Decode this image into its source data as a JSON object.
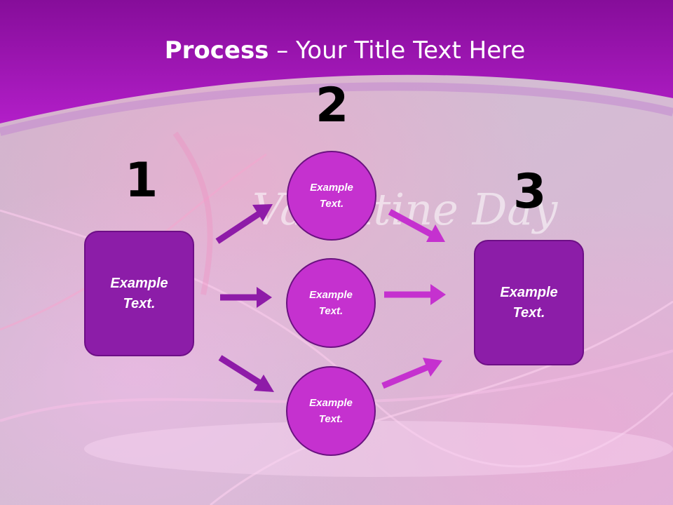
{
  "slide": {
    "title_bold": "Process",
    "title_rest": " – Your Title Text Here",
    "background_script": "Valentine Day"
  },
  "steps": {
    "n1": "1",
    "n2": "2",
    "n3": "3"
  },
  "nodes": {
    "left_box": {
      "line1": "Example",
      "line2": "Text."
    },
    "circle_top": {
      "line1": "Example",
      "line2": "Text."
    },
    "circle_middle": {
      "line1": "Example",
      "line2": "Text."
    },
    "circle_bottom": {
      "line1": "Example",
      "line2": "Text."
    },
    "right_box": {
      "line1": "Example",
      "line2": "Text."
    }
  },
  "colors": {
    "header_purple": "#9a1cba",
    "box_fill": "#8c1da8",
    "circle_fill": "#c531cf",
    "arrow_left": "#8e1ba8",
    "arrow_right": "#c531cf"
  }
}
